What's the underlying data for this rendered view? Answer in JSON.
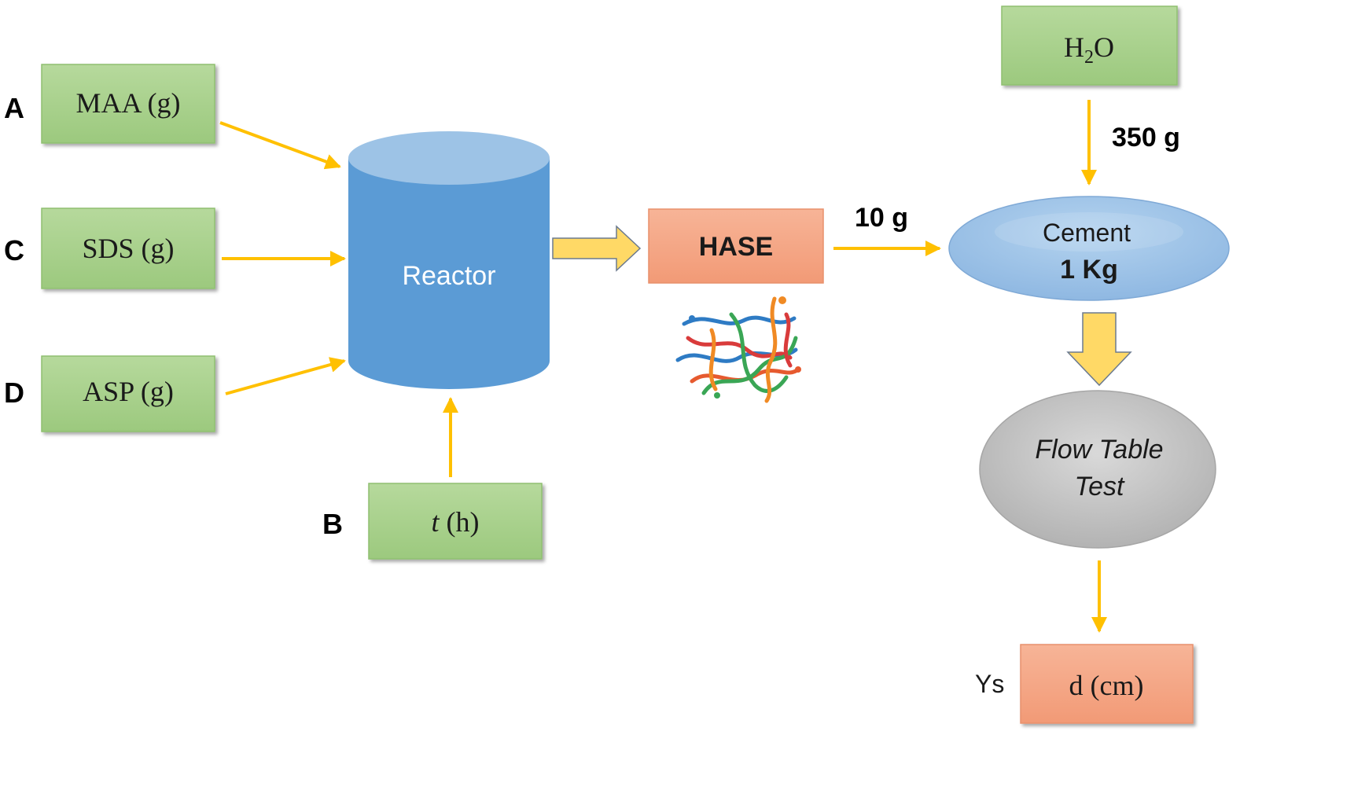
{
  "inputs": {
    "a": {
      "letter": "A",
      "label": "MAA (g)"
    },
    "c": {
      "letter": "C",
      "label": "SDS (g)"
    },
    "d": {
      "letter": "D",
      "label": "ASP (g)"
    },
    "b": {
      "letter": "B",
      "var": "t",
      "unit": " (h)"
    }
  },
  "reactor": {
    "label": "Reactor"
  },
  "hase": {
    "label": "HASE"
  },
  "water": {
    "base": "H",
    "sub": "2",
    "rest": "O"
  },
  "amounts": {
    "hase": "10 g",
    "water": "350 g"
  },
  "cement": {
    "line1": "Cement",
    "line2": "1 Kg"
  },
  "test": {
    "line1": "Flow Table",
    "line2": "Test"
  },
  "output": {
    "label": "d (cm)",
    "response": "Ys"
  },
  "colors": {
    "box_green": "#a9d18e",
    "box_green_stroke": "#8fbf70",
    "reactor_blue": "#5b9bd5",
    "reactor_top": "#9dc3e6",
    "hase_orange": "#f4a582",
    "cement_blue": "#9dc3e6",
    "test_gray": "#bfbfbf",
    "arrow_yellow": "#ffc000",
    "block_arrow_fill": "#ffd966"
  },
  "icons": {
    "polymer": "polymer-chain-icon"
  }
}
